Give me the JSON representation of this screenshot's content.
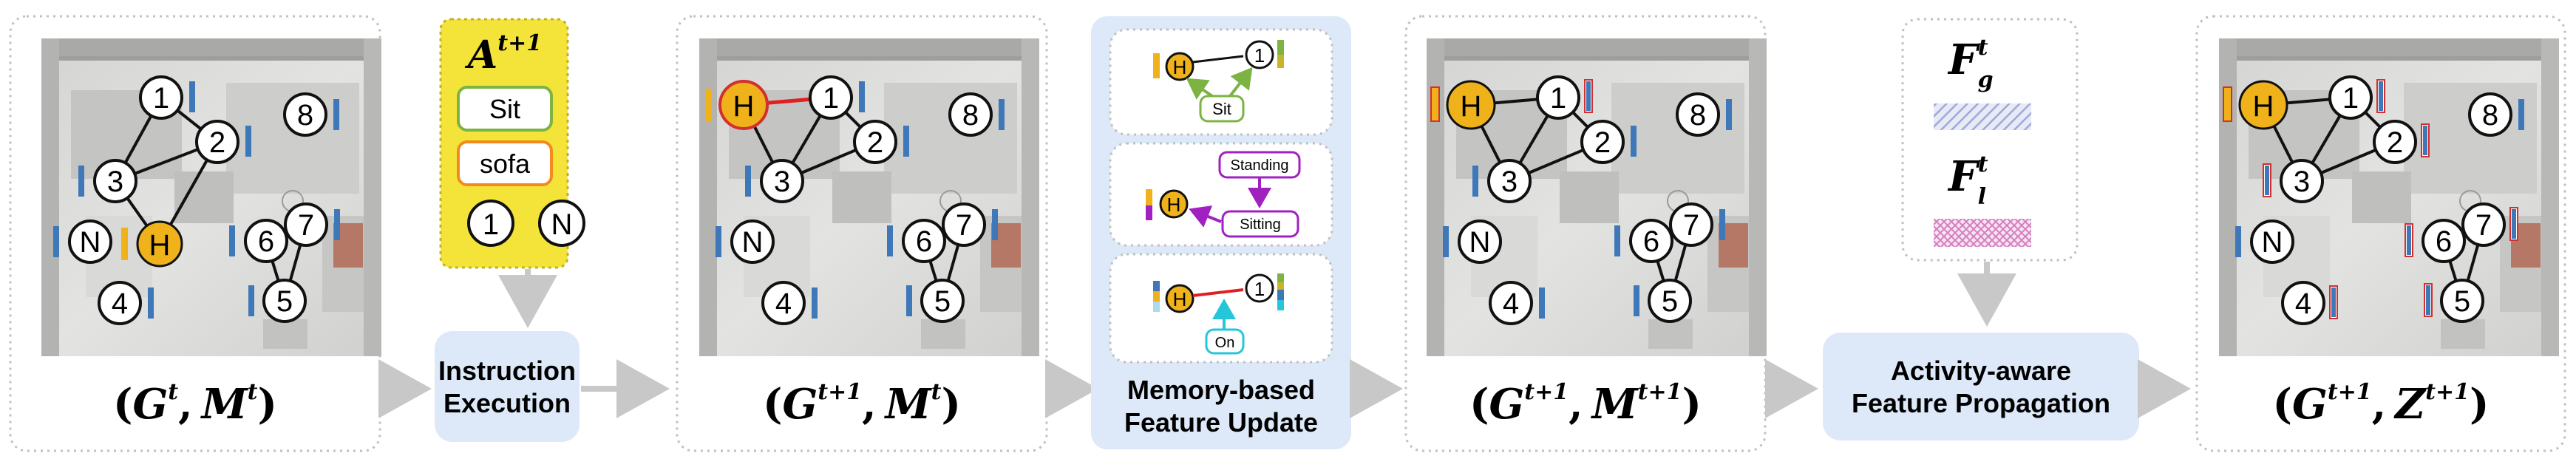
{
  "stage1": {
    "G": "G",
    "sup_t": "t",
    "M": "M",
    "comma": ","
  },
  "instruction": {
    "A": "A",
    "sup": "t+1",
    "action": "Sit",
    "object": "sofa",
    "node_1": "1",
    "node_n": "N"
  },
  "instruction_execution": {
    "line1": "Instruction",
    "line2": "Execution"
  },
  "stage2": {
    "G": "G",
    "sup_g": "t+1",
    "M": "M",
    "sup_m": "t",
    "comma": ","
  },
  "memory": {
    "standing": "Standing",
    "sitting": "Sitting",
    "sit": "Sit",
    "on": "On",
    "line1": "Memory-based",
    "line2": "Feature Update"
  },
  "stage3": {
    "G": "G",
    "sup_g": "t+1",
    "M": "M",
    "sup_m": "t+1",
    "comma": ","
  },
  "features": {
    "F": "F",
    "sub_g": "g",
    "sub_l": "l",
    "sup": "t"
  },
  "propagation": {
    "line1": "Activity-aware",
    "line2": "Feature Propagation"
  },
  "stage4": {
    "G": "G",
    "sup_g": "t+1",
    "Z": "Z",
    "sup_z": "t+1",
    "comma": ","
  },
  "graph_nodes": {
    "n1": "1",
    "n2": "2",
    "n3": "3",
    "n4": "4",
    "n5": "5",
    "n6": "6",
    "n7": "7",
    "n8": "8",
    "nN": "N",
    "nH": "H"
  },
  "colors": {
    "blue_box": "#dde9f9",
    "yellow_panel": "#f4e43a",
    "human": "#f0b21a",
    "feature_blue": "#3e78b8",
    "frame_grey": "#c0c0c0",
    "arrow_grey": "#c8c8c8",
    "edge_red": "#e02020"
  }
}
